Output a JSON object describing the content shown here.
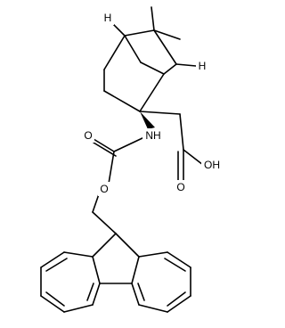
{
  "molecule": {
    "atoms": {
      "h_top": "H",
      "h_right": "H",
      "nh": "NH",
      "o_carbonyl": "O",
      "o_ester": "O",
      "oh": "OH",
      "o_acid_carbonyl": "O"
    }
  },
  "colors": {
    "bond": "#000000",
    "background": "#ffffff"
  }
}
